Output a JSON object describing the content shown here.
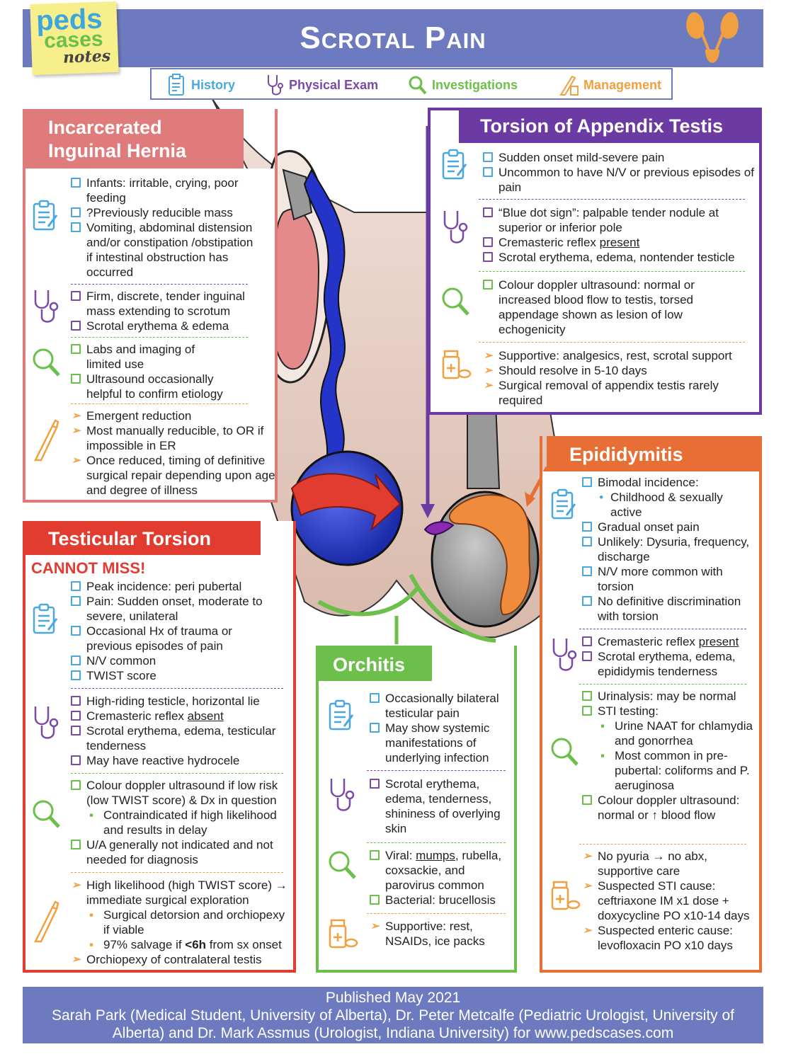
{
  "header": {
    "title": "Scrotal Pain",
    "logo_word_1": "peds",
    "logo_word_2": "cases",
    "logo_word_3": "notes"
  },
  "nav": {
    "history": "History",
    "physical_exam": "Physical Exam",
    "investigations": "Investigations",
    "management": "Management"
  },
  "colors": {
    "header": "#6e7abf",
    "hernia": "#e07b7b",
    "torsion": "#e23b30",
    "appendix": "#6b3aa3",
    "epididymitis": "#e76f35",
    "orchitis": "#6cbf4b",
    "history_icon": "#4aa7e0",
    "exam_icon": "#7a4aa6",
    "investigation_icon": "#6cbf4b",
    "management_icon": "#f0a040"
  },
  "hernia": {
    "title_line1": "Incarcerated",
    "title_line2": "Inguinal Hernia",
    "history": [
      "Infants: irritable, crying, poor feeding",
      "?Previously reducible mass",
      "Vomiting, abdominal distension and/or constipation /obstipation if intestinal obstruction has occurred"
    ],
    "exam": [
      "Firm, discrete, tender inguinal mass extending to scrotum",
      "Scrotal erythema & edema"
    ],
    "investigations": [
      "Labs and imaging of limited use",
      "Ultrasound occasionally helpful to confirm etiology"
    ],
    "management": [
      "Emergent reduction",
      "Most manually reducible, to OR if impossible in ER",
      "Once reduced, timing of definitive surgical repair depending upon age and degree of illness"
    ]
  },
  "torsion": {
    "title": "Testicular Torsion",
    "cannot_miss": "CANNOT MISS!",
    "history": [
      "Peak incidence: peri pubertal",
      "Pain: Sudden onset, moderate to severe, unilateral",
      "Occasional Hx of trauma or previous episodes of pain",
      "N/V common",
      "TWIST score"
    ],
    "exam_1": "High-riding testicle, horizontal lie",
    "exam_2_pre": "Cremasteric reflex ",
    "exam_2_u": "absent",
    "exam_3": "Scrotal erythema, edema, testicular tenderness",
    "exam_4": "May have reactive hydrocele",
    "inv_1": "Colour doppler ultrasound if low risk (low TWIST score) & Dx in question",
    "inv_1_sub": "Contraindicated if high likelihood and results in delay",
    "inv_2": "U/A generally not indicated and not needed for diagnosis",
    "mgmt_1": "High likelihood (high TWIST score) → immediate surgical exploration",
    "mgmt_1_sub1": "Surgical detorsion and orchiopexy if viable",
    "mgmt_1_sub2_pre": "97% salvage if ",
    "mgmt_1_sub2_b": "<6h",
    "mgmt_1_sub2_post": " from sx onset",
    "mgmt_2": "Orchiopexy of contralateral testis"
  },
  "appendix": {
    "title": "Torsion of Appendix Testis",
    "history": [
      "Sudden onset mild-severe pain",
      "Uncommon to have N/V or previous episodes of pain"
    ],
    "exam_1": "“Blue dot sign”: palpable tender nodule at superior or inferior pole",
    "exam_2_pre": "Cremasteric reflex ",
    "exam_2_u": "present",
    "exam_3": "Scrotal erythema, edema, nontender testicle",
    "investigations": [
      "Colour doppler ultrasound: normal or increased blood flow to testis, torsed appendage shown as lesion of low echogenicity"
    ],
    "management": [
      "Supportive: analgesics, rest, scrotal support",
      "Should resolve in 5-10 days",
      "Surgical removal of appendix testis rarely required"
    ]
  },
  "epididymitis": {
    "title": "Epididymitis",
    "hx_1": "Bimodal incidence:",
    "hx_1_sub": "Childhood & sexually active",
    "hx_2": "Gradual onset pain",
    "hx_3": "Unlikely: Dysuria, frequency, discharge",
    "hx_4": "N/V more common with torsion",
    "hx_5": "No definitive discrimination with torsion",
    "exam_1_pre": "Cremasteric reflex ",
    "exam_1_u": "present",
    "exam_2": "Scrotal erythema, edema, epididymis tenderness",
    "inv_1": "Urinalysis: may be normal",
    "inv_2": "STI testing:",
    "inv_2_sub1": "Urine NAAT for chlamydia and gonorrhea",
    "inv_2_sub2": "Most common in pre-pubertal: coliforms and P. aeruginosa",
    "inv_3": "Colour doppler ultrasound: normal or ↑ blood flow",
    "management": [
      "No pyuria → no abx, supportive care",
      "Suspected STI cause: ceftriaxone IM x1 dose + doxycycline PO x10-14 days",
      "Suspected enteric cause: levofloxacin PO x10 days"
    ]
  },
  "orchitis": {
    "title": "Orchitis",
    "history": [
      "Occasionally bilateral testicular pain",
      "May show systemic manifestations of underlying infection"
    ],
    "exam": [
      "Scrotal erythema, edema, tenderness, shininess of overlying skin"
    ],
    "inv_1_pre": "Viral: ",
    "inv_1_u": "mumps",
    "inv_1_post": ", rubella, coxsackie, and parovirus common",
    "inv_2": "Bacterial: brucellosis",
    "management": [
      "Supportive: rest, NSAIDs, ice packs"
    ]
  },
  "footer": {
    "published": "Published May 2021",
    "authors": "Sarah Park (Medical Student, University of Alberta), Dr. Peter Metcalfe (Pediatric Urologist, University of Alberta) and Dr. Mark Assmus (Urologist, Indiana University) for www.pedscases.com"
  }
}
